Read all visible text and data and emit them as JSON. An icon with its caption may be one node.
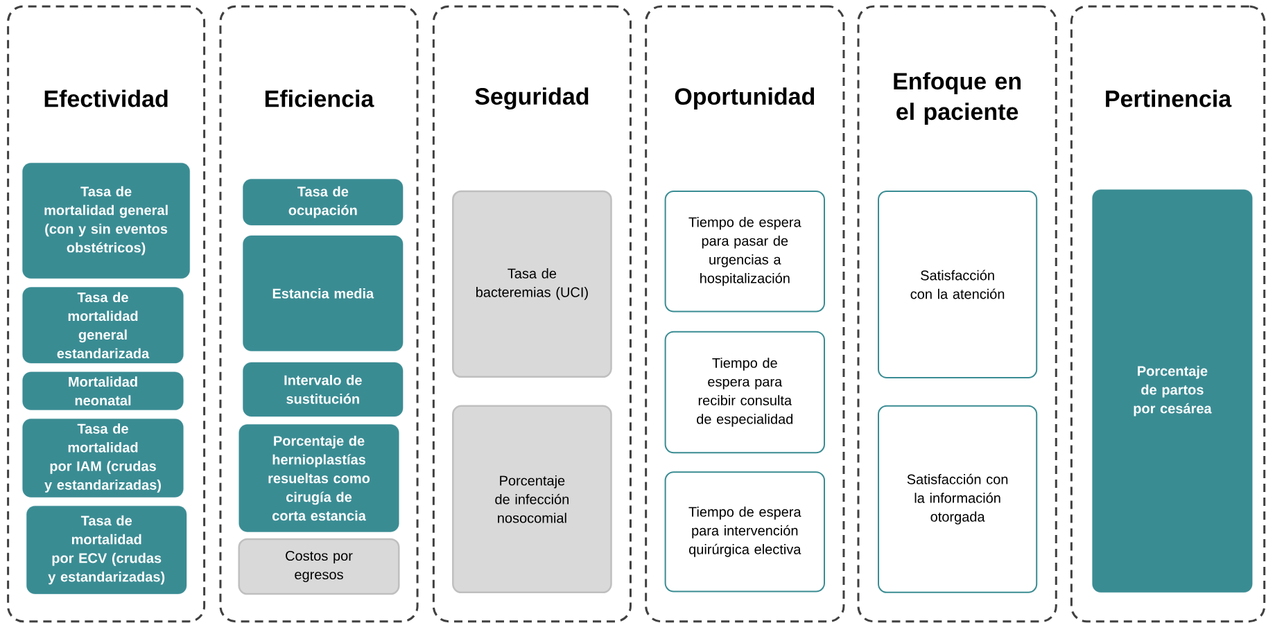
{
  "diagram": {
    "nodes": [
      {
        "text": [
          "Efectividad"
        ]
      },
      {
        "text": [
          "Tasa de mortalidad general (con y sin eventos obstétricos)"
        ],
        "in": 0
      },
      {
        "text": [
          "Tasa de mortalidad general estandarizada"
        ],
        "in": 0
      },
      {
        "text": [
          "Mortalidad neonatal"
        ],
        "in": 0
      },
      {
        "text": [
          "Tasa de mortalidad por IAM (crudas y estandarizadas)"
        ],
        "in": 0
      },
      {
        "text": [
          "Tasa de mortalidad por ECV (crudas y estandarizadas)"
        ],
        "in": 0
      },
      {
        "text": [
          "Eficiencia"
        ]
      },
      {
        "text": [
          "Tasa de ocupación"
        ],
        "in": 6
      },
      {
        "text": [
          "Estancia media"
        ],
        "in": 6
      },
      {
        "text": [
          "Intervalo de sustitución"
        ],
        "in": 6
      },
      {
        "text": [
          "Porcentaje de hernioplastías resueltas como cirugía de corta estancia"
        ],
        "in": 6
      },
      {
        "text": [
          "Costos por egresos"
        ],
        "in": 6
      },
      {
        "text": [
          "Seguridad"
        ]
      },
      {
        "text": [
          "Tasa de bacteremias (UCI)"
        ],
        "in": 12
      },
      {
        "text": [
          "Porcentaje de infección nosocomial"
        ],
        "in": 12
      },
      {
        "text": [
          "Oportunidad"
        ]
      },
      {
        "text": [
          "Tiempo de espera para pasar de urgencias a hospitalización"
        ],
        "in": 15
      },
      {
        "text": [
          "Tiempo de espera para recibir consulta de especialidad"
        ],
        "in": 15
      },
      {
        "text": [
          "Tiempo de espera para intervención quirúrgica electiva"
        ],
        "in": 15
      },
      {
        "text": [
          "Enfoque en el paciente"
        ]
      },
      {
        "text": [
          "Satisfacción con la atención"
        ],
        "in": 19
      },
      {
        "text": [
          "Satisfacción con la información otorgada"
        ],
        "in": 19
      },
      {
        "text": [
          "Pertinencia"
        ]
      },
      {
        "text": [
          "Porcentaje de partos por cesárea"
        ],
        "in": 22
      }
    ]
  }
}
